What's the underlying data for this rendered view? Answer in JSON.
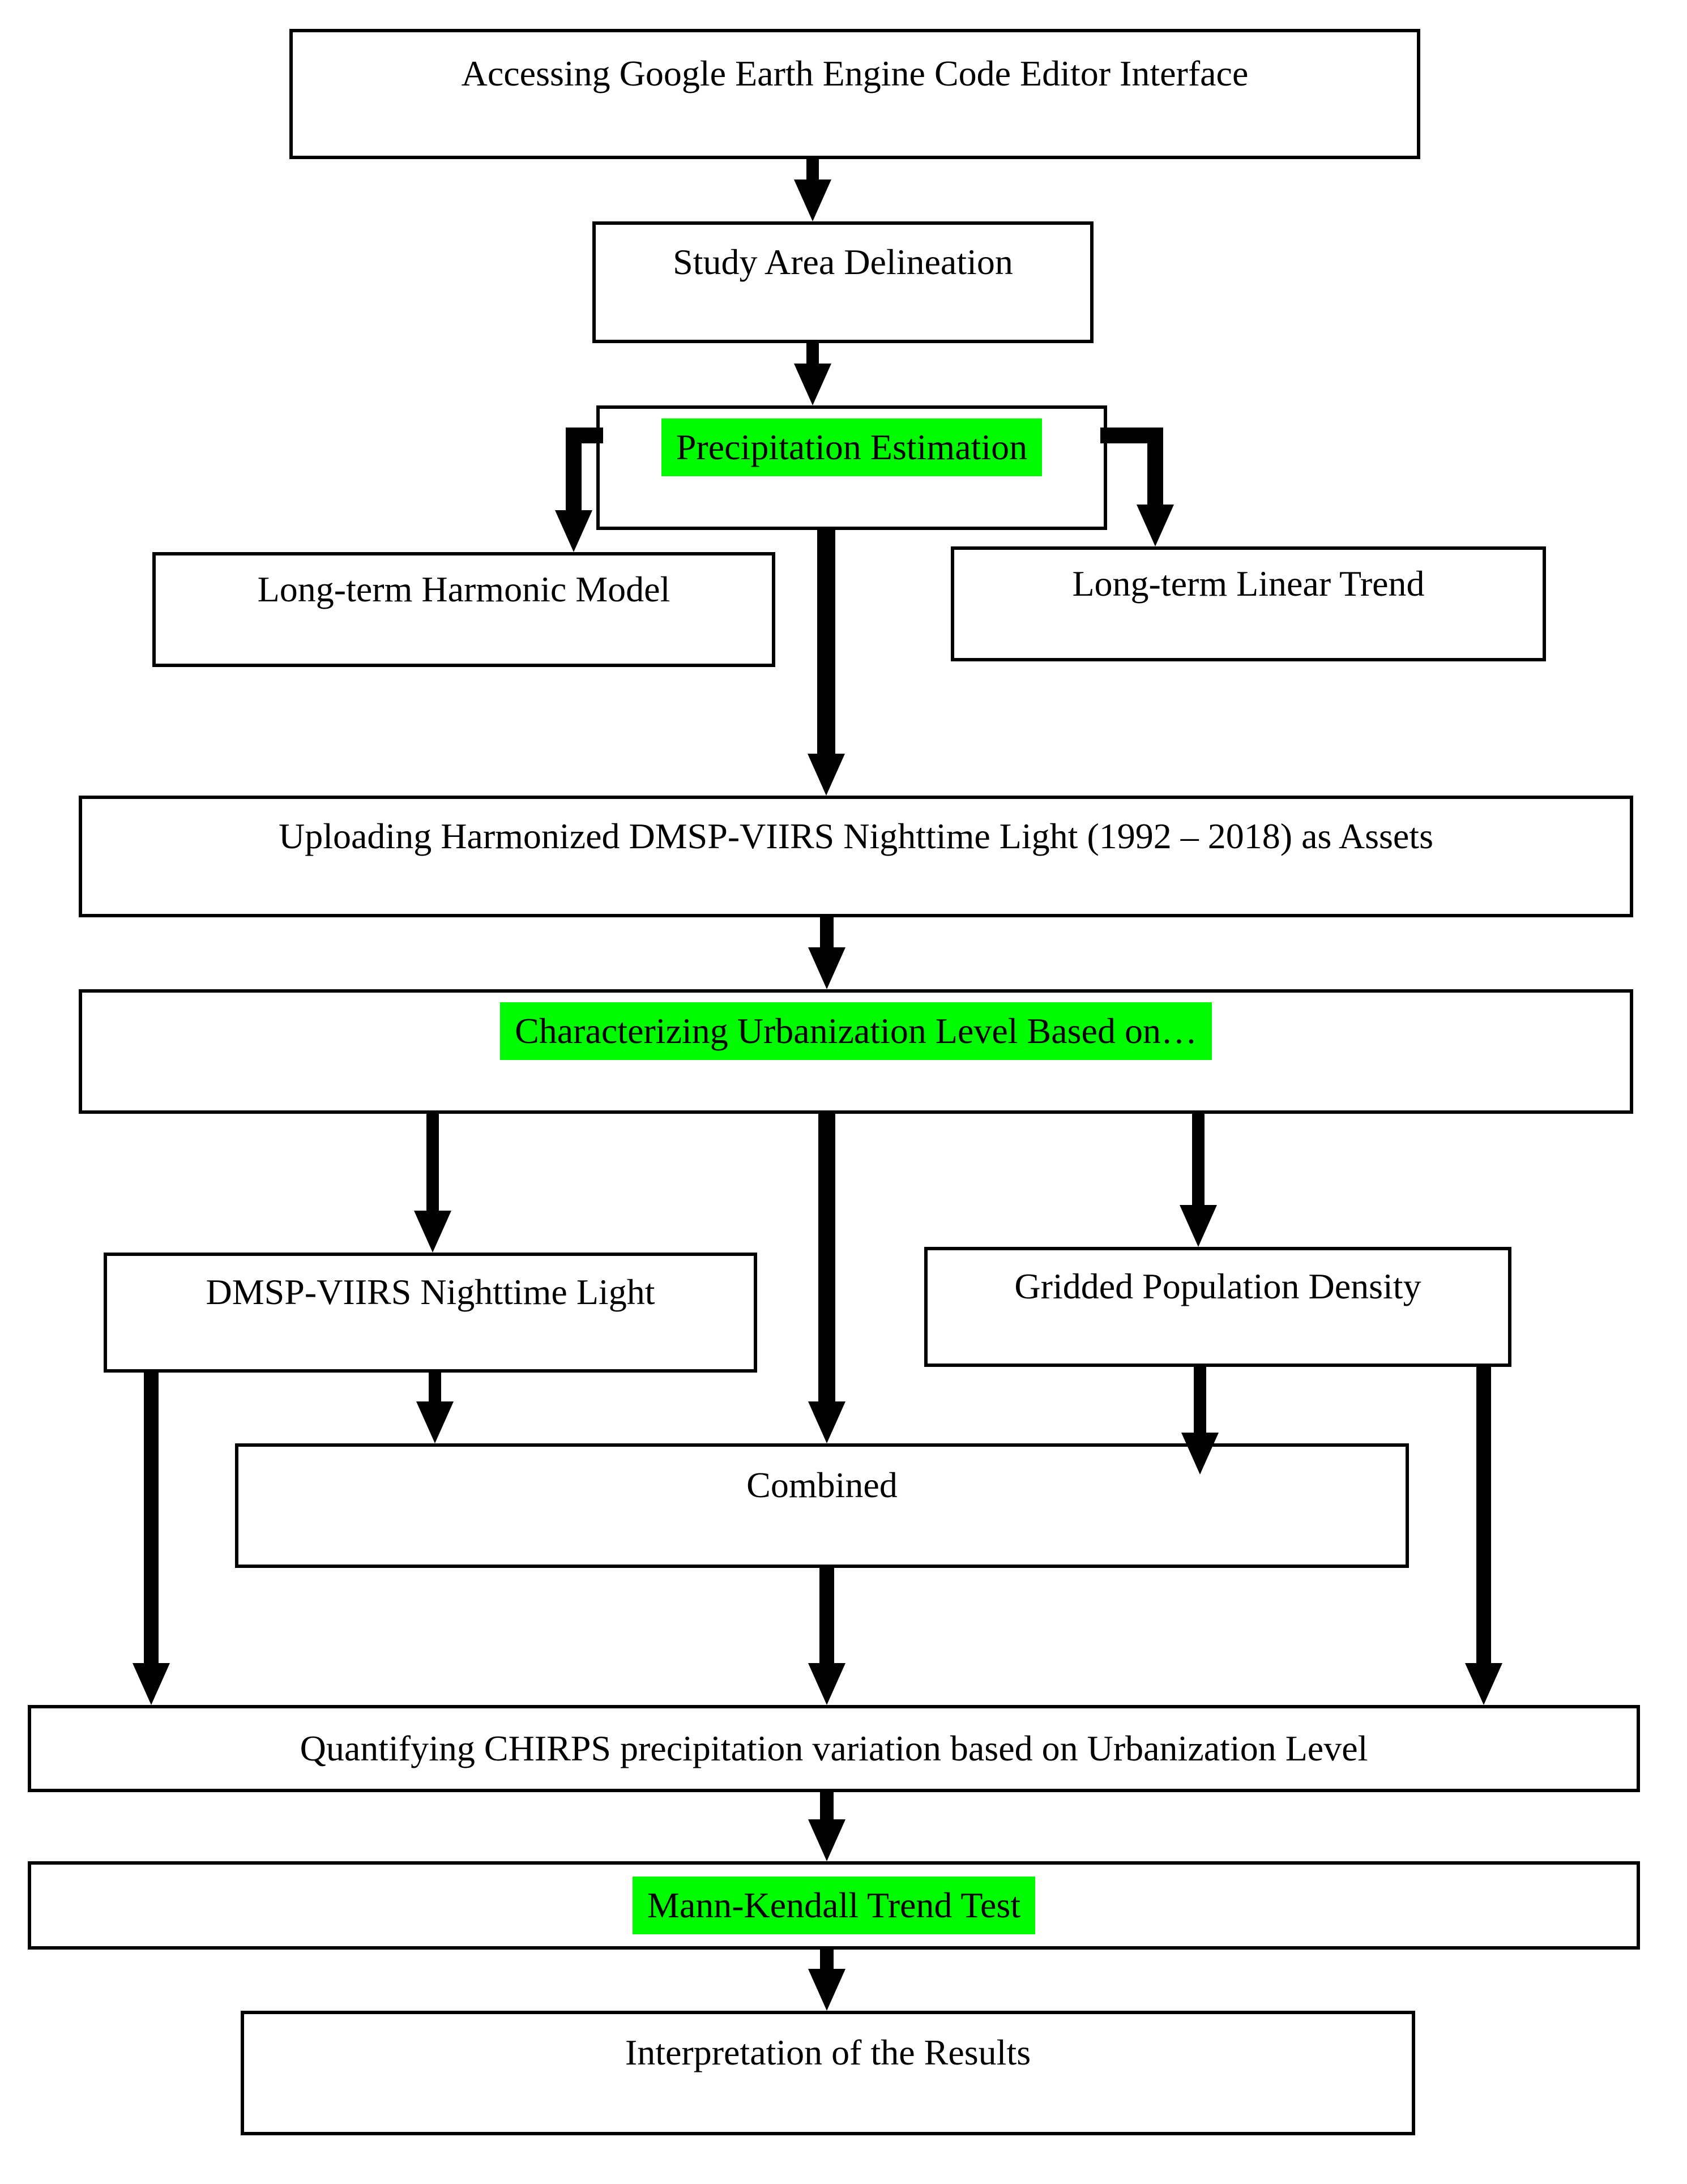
{
  "diagram": {
    "title": "GEE precipitation-urbanization workflow flowchart",
    "highlight_color": "#00fb00",
    "box_border_color": "#000000",
    "nodes": {
      "accessing": {
        "label": "Accessing Google Earth Engine Code Editor Interface"
      },
      "study": {
        "label": "Study Area Delineation"
      },
      "precipitation": {
        "label": "Precipitation Estimation",
        "highlighted": true
      },
      "harmonic": {
        "label": "Long-term Harmonic Model"
      },
      "linear": {
        "label": "Long-term Linear Trend"
      },
      "uploading": {
        "label": "Uploading Harmonized DMSP-VIIRS Nighttime Light (1992 – 2018) as Assets"
      },
      "characterizing": {
        "label": "Characterizing Urbanization Level Based on…",
        "highlighted": true
      },
      "dmsp": {
        "label": "DMSP-VIIRS Nighttime Light"
      },
      "gridded": {
        "label": "Gridded Population Density"
      },
      "combined": {
        "label": "Combined"
      },
      "quantifying": {
        "label": "Quantifying CHIRPS precipitation variation based on Urbanization Level"
      },
      "mann_kendall": {
        "label": "Mann-Kendall Trend Test",
        "highlighted": true
      },
      "interpretation": {
        "label": "Interpretation of the Results"
      }
    },
    "edges": [
      {
        "from": "accessing",
        "to": "study"
      },
      {
        "from": "study",
        "to": "precipitation"
      },
      {
        "from": "precipitation",
        "to": "harmonic"
      },
      {
        "from": "precipitation",
        "to": "linear"
      },
      {
        "from": "precipitation",
        "to": "uploading"
      },
      {
        "from": "uploading",
        "to": "characterizing"
      },
      {
        "from": "characterizing",
        "to": "dmsp"
      },
      {
        "from": "characterizing",
        "to": "combined"
      },
      {
        "from": "characterizing",
        "to": "gridded"
      },
      {
        "from": "dmsp",
        "to": "combined"
      },
      {
        "from": "dmsp",
        "to": "quantifying"
      },
      {
        "from": "gridded",
        "to": "combined"
      },
      {
        "from": "gridded",
        "to": "quantifying"
      },
      {
        "from": "combined",
        "to": "quantifying"
      },
      {
        "from": "quantifying",
        "to": "mann_kendall"
      },
      {
        "from": "mann_kendall",
        "to": "interpretation"
      }
    ]
  }
}
